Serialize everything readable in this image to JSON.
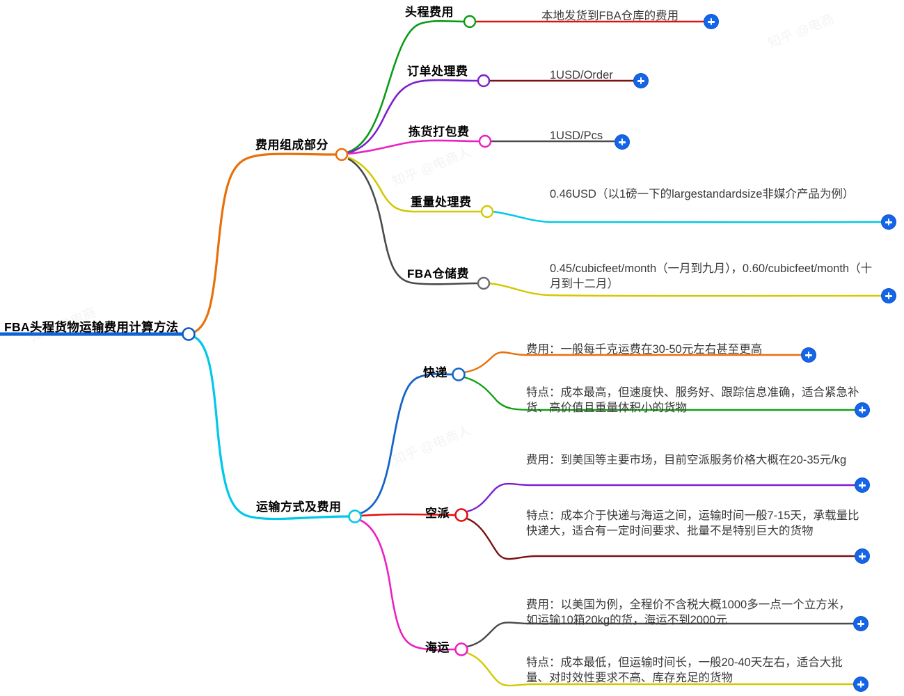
{
  "document": {
    "title": "FBA头程货物运输费用计算方法",
    "type": "mindmap",
    "background": "#ffffff"
  },
  "root": {
    "label": "FBA头程货物运输费用计算方法",
    "node_color": "#0a5cc4",
    "underline_color": "#0f63d6"
  },
  "branches": [
    {
      "label": "费用组成部分",
      "node_color": "#e8700a",
      "edge_color": "#e8700a",
      "children": [
        {
          "label": "头程费用",
          "node_color": "#0b9b18",
          "edge_color": "#0b9b18",
          "detail": "本地发货到FBA仓库的费用",
          "detail_color": "#e01010",
          "plus_label": "+"
        },
        {
          "label": "订单处理费",
          "node_color": "#7b1fd0",
          "edge_color": "#7b1fd0",
          "detail": "1USD/Order",
          "detail_color": "#7a1212",
          "plus_label": "+"
        },
        {
          "label": "拣货打包费",
          "node_color": "#ec20c0",
          "edge_color": "#ec20c0",
          "detail": "1USD/Pcs",
          "detail_color": "#4a4a4a",
          "plus_label": "+"
        },
        {
          "label": "重量处理费",
          "node_color": "#d4c800",
          "edge_color": "#d4c800",
          "detail": "0.46USD（以1磅一下的largestandardsize非媒介产品为例）",
          "detail_color": "#00c8e8",
          "plus_label": "+"
        },
        {
          "label": "FBA仓储费",
          "node_color": "#6b6b6b",
          "edge_color": "#4a4a4a",
          "detail": "0.45/cubicfeet/month（一月到九月），0.60/cubicfeet/month（十月到十二月）",
          "detail_color": "#d4c800",
          "plus_label": "+"
        }
      ]
    },
    {
      "label": "运输方式及费用",
      "node_color": "#00c8e8",
      "edge_color": "#00c8e8",
      "children": [
        {
          "label": "快递",
          "node_color": "#1565c8",
          "edge_color": "#1565c8",
          "details": [
            {
              "text": "费用：一般每千克运费在30-50元左右甚至更高",
              "color": "#e8700a",
              "plus_label": "+"
            },
            {
              "text": "特点：成本最高，但速度快、服务好、跟踪信息准确，适合紧急补货、高价值且重量体积小的货物",
              "color": "#12a012",
              "plus_label": "+"
            }
          ]
        },
        {
          "label": "空派",
          "node_color": "#e01010",
          "edge_color": "#e01010",
          "details": [
            {
              "text": "费用：到美国等主要市场，目前空派服务价格大概在20-35元/kg",
              "color": "#7b1fd0",
              "plus_label": "+"
            },
            {
              "text": "特点：成本介于快递与海运之间，运输时间一般7-15天，承载量比快递大，适合有一定时间要求、批量不是特别巨大的货物",
              "color": "#7a1212",
              "plus_label": "+"
            }
          ]
        },
        {
          "label": "海运",
          "node_color": "#ec20c0",
          "edge_color": "#ec20c0",
          "details": [
            {
              "text": "费用：以美国为例，全程价不含税大概1000多一点一个立方米，如运输10箱20kg的货，海运不到2000元",
              "color": "#4a4a4a",
              "plus_label": "+"
            },
            {
              "text": "特点：成本最低，但运输时间长，一般20-40天左右，适合大批量、对时效性要求不高、库存充足的货物",
              "color": "#d4c800",
              "plus_label": "+"
            }
          ]
        }
      ]
    }
  ]
}
